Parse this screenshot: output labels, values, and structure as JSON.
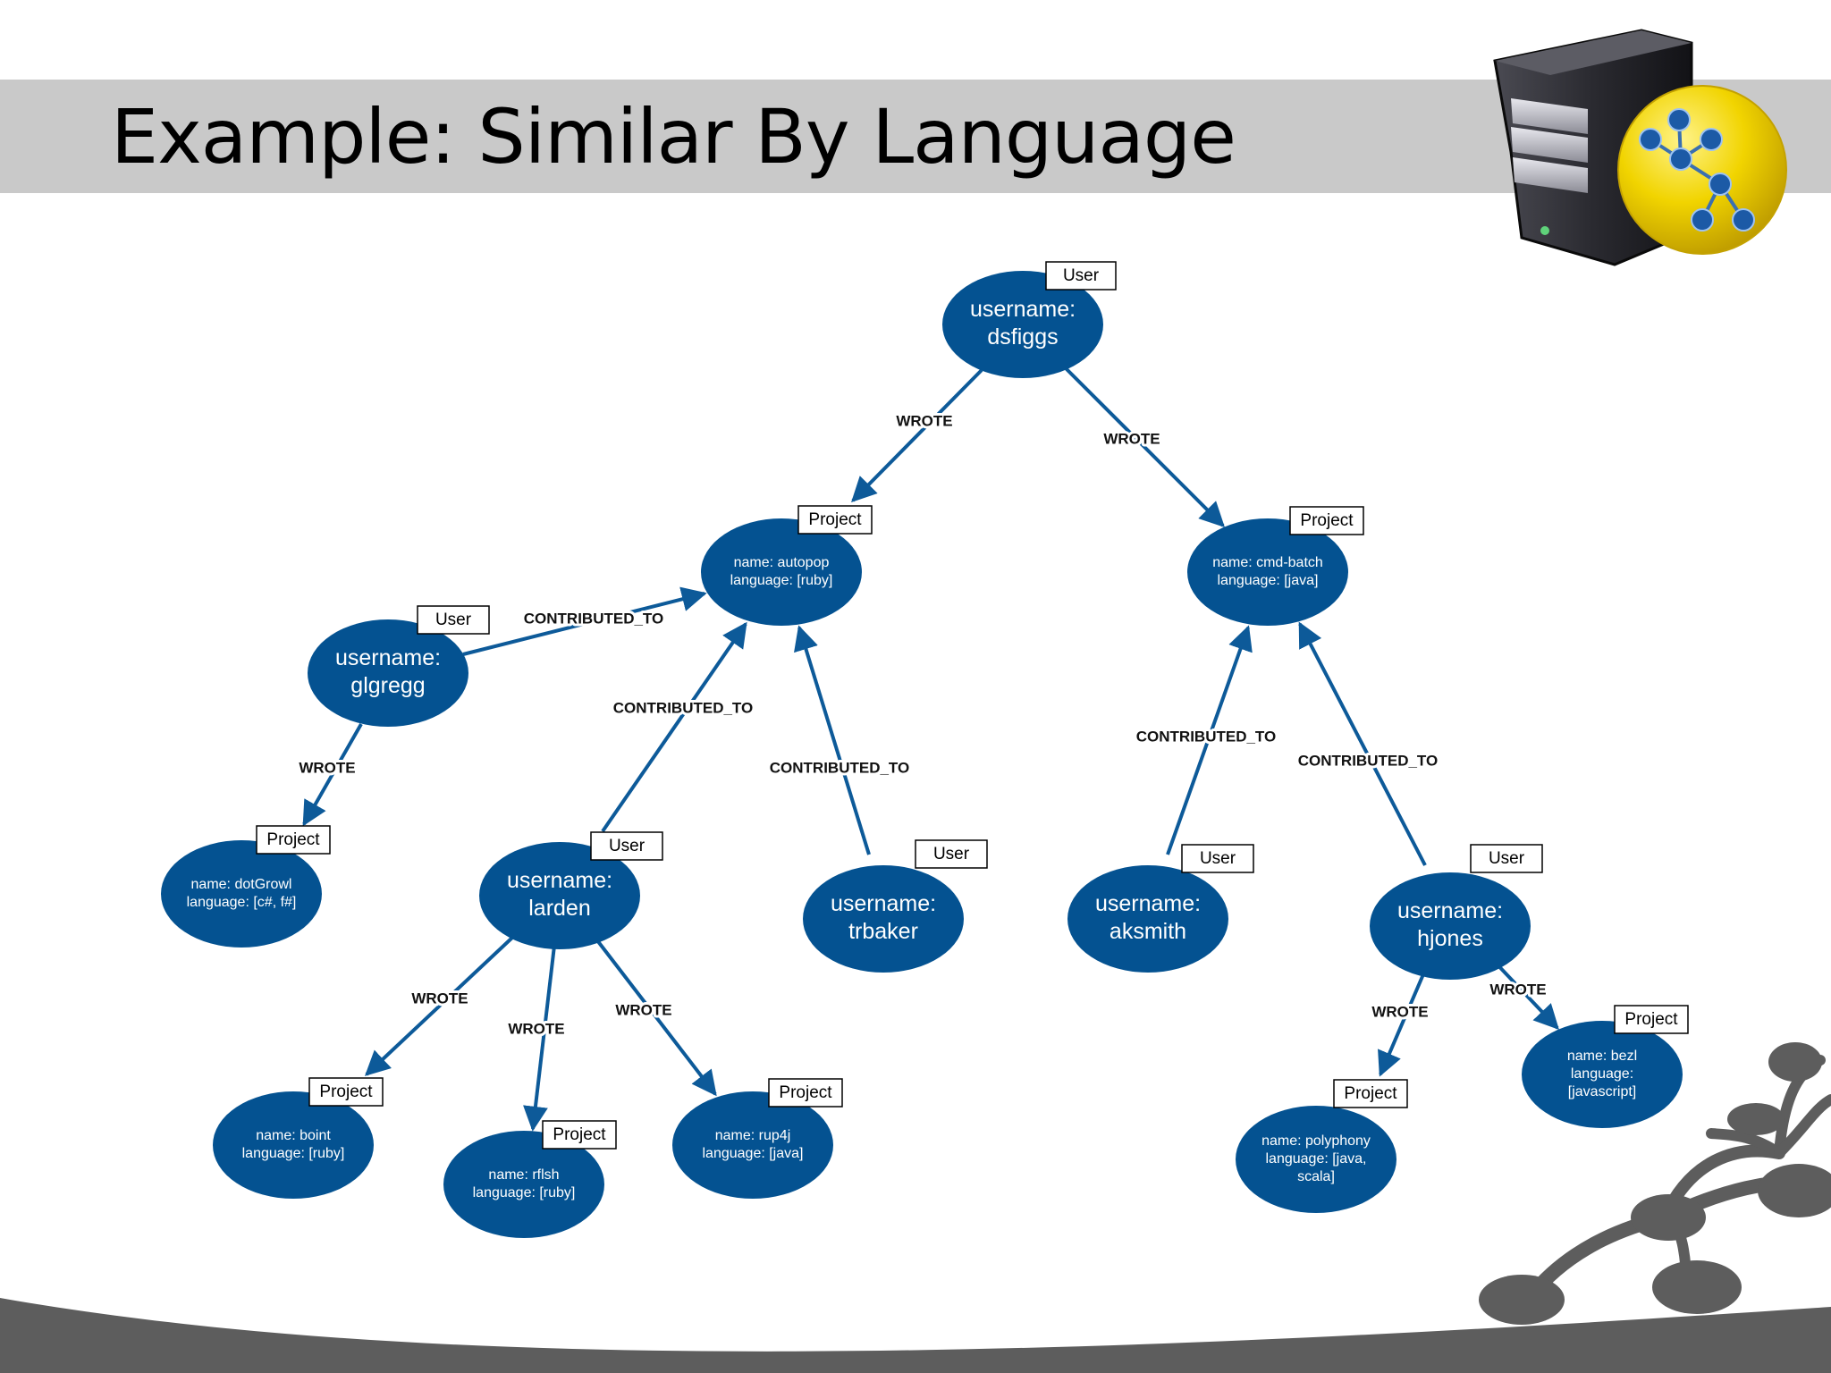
{
  "title": "Example: Similar By Language",
  "colors": {
    "node": "#045291",
    "edge": "#0d5a99",
    "title_band": "#c9c9c9",
    "decor": "#5d5d5d"
  },
  "icons": {
    "server": "server-icon",
    "graph_db": "graph-database-icon",
    "corner_decoration": "molecule-decoration"
  },
  "nodes": [
    {
      "id": "dsfiggs",
      "type": "User",
      "kind": "user",
      "lines": [
        "username:",
        "dsfiggs"
      ]
    },
    {
      "id": "autopop",
      "type": "Project",
      "kind": "project",
      "lines": [
        "name: autopop",
        "language: [ruby]"
      ]
    },
    {
      "id": "cmd-batch",
      "type": "Project",
      "kind": "project",
      "lines": [
        "name: cmd-batch",
        "language: [java]"
      ]
    },
    {
      "id": "glgregg",
      "type": "User",
      "kind": "user",
      "lines": [
        "username:",
        "glgregg"
      ]
    },
    {
      "id": "dotGrowl",
      "type": "Project",
      "kind": "project",
      "lines": [
        "name: dotGrowl",
        "language: [c#, f#]"
      ]
    },
    {
      "id": "larden",
      "type": "User",
      "kind": "user",
      "lines": [
        "username:",
        "larden"
      ]
    },
    {
      "id": "trbaker",
      "type": "User",
      "kind": "user",
      "lines": [
        "username:",
        "trbaker"
      ]
    },
    {
      "id": "aksmith",
      "type": "User",
      "kind": "user",
      "lines": [
        "username:",
        "aksmith"
      ]
    },
    {
      "id": "hjones",
      "type": "User",
      "kind": "user",
      "lines": [
        "username:",
        "hjones"
      ]
    },
    {
      "id": "boint",
      "type": "Project",
      "kind": "project",
      "lines": [
        "name: boint",
        "language: [ruby]"
      ]
    },
    {
      "id": "rflsh",
      "type": "Project",
      "kind": "project",
      "lines": [
        "name: rflsh",
        "language: [ruby]"
      ]
    },
    {
      "id": "rup4j",
      "type": "Project",
      "kind": "project",
      "lines": [
        "name: rup4j",
        "language: [java]"
      ]
    },
    {
      "id": "polyphony",
      "type": "Project",
      "kind": "project",
      "lines": [
        "name: polyphony",
        "language: [java,",
        "scala]"
      ]
    },
    {
      "id": "bezl",
      "type": "Project",
      "kind": "project",
      "lines": [
        "name: bezl",
        "language:",
        "[javascript]"
      ]
    }
  ],
  "edges": [
    {
      "from": "dsfiggs",
      "to": "autopop",
      "label": "WROTE"
    },
    {
      "from": "dsfiggs",
      "to": "cmd-batch",
      "label": "WROTE"
    },
    {
      "from": "glgregg",
      "to": "autopop",
      "label": "CONTRIBUTED_TO"
    },
    {
      "from": "glgregg",
      "to": "dotGrowl",
      "label": "WROTE"
    },
    {
      "from": "larden",
      "to": "autopop",
      "label": "CONTRIBUTED_TO"
    },
    {
      "from": "trbaker",
      "to": "autopop",
      "label": "CONTRIBUTED_TO"
    },
    {
      "from": "aksmith",
      "to": "cmd-batch",
      "label": "CONTRIBUTED_TO"
    },
    {
      "from": "hjones",
      "to": "cmd-batch",
      "label": "CONTRIBUTED_TO"
    },
    {
      "from": "larden",
      "to": "boint",
      "label": "WROTE"
    },
    {
      "from": "larden",
      "to": "rflsh",
      "label": "WROTE"
    },
    {
      "from": "larden",
      "to": "rup4j",
      "label": "WROTE"
    },
    {
      "from": "hjones",
      "to": "polyphony",
      "label": "WROTE"
    },
    {
      "from": "hjones",
      "to": "bezl",
      "label": "WROTE"
    }
  ]
}
